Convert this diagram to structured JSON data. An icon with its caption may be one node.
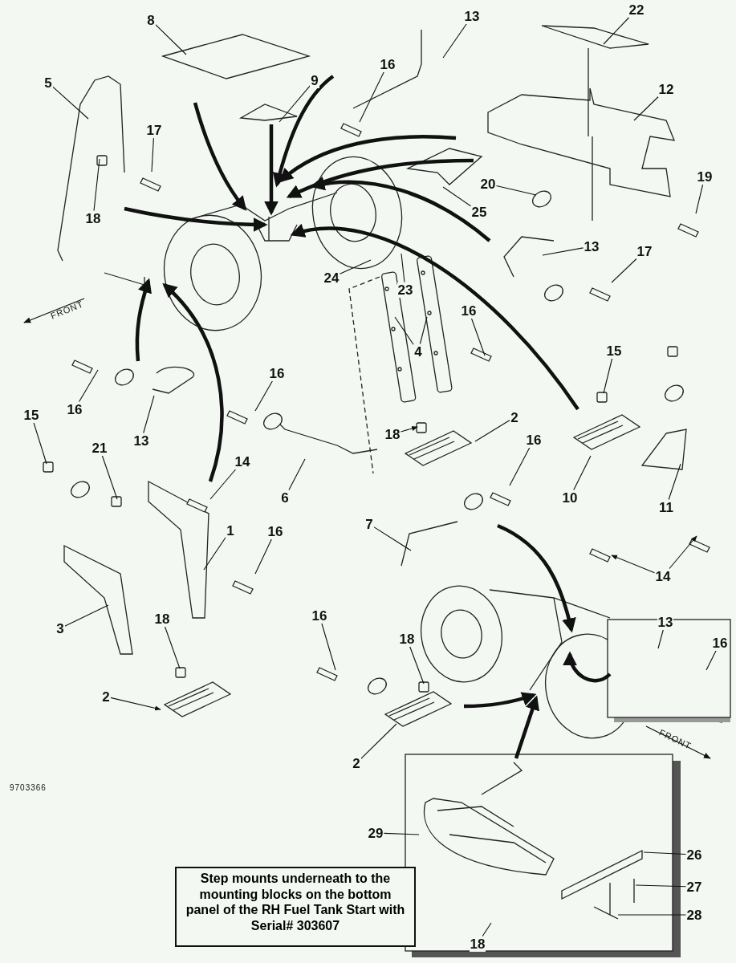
{
  "diagram": {
    "nodes": [
      {
        "text": [
          "8"
        ]
      },
      {
        "text": [
          "5"
        ]
      },
      {
        "text": [
          "13"
        ]
      },
      {
        "text": [
          "16"
        ]
      },
      {
        "text": [
          "9"
        ]
      },
      {
        "text": [
          "22"
        ]
      },
      {
        "text": [
          "12"
        ]
      },
      {
        "text": [
          "17"
        ]
      },
      {
        "text": [
          "18"
        ]
      },
      {
        "text": [
          "20"
        ]
      },
      {
        "text": [
          "25"
        ]
      },
      {
        "text": [
          "19"
        ]
      },
      {
        "text": [
          "13"
        ]
      },
      {
        "text": [
          "17"
        ]
      },
      {
        "text": [
          "24"
        ]
      },
      {
        "text": [
          "23"
        ]
      },
      {
        "text": [
          "4"
        ]
      },
      {
        "text": [
          "16"
        ]
      },
      {
        "text": [
          "15"
        ]
      },
      {
        "text": [
          "16"
        ]
      },
      {
        "text": [
          "16"
        ]
      },
      {
        "text": [
          "13"
        ]
      },
      {
        "text": [
          "2"
        ]
      },
      {
        "text": [
          "18"
        ]
      },
      {
        "text": [
          "15"
        ]
      },
      {
        "text": [
          "21"
        ]
      },
      {
        "text": [
          "14"
        ]
      },
      {
        "text": [
          "6"
        ]
      },
      {
        "text": [
          "16"
        ]
      },
      {
        "text": [
          "10"
        ]
      },
      {
        "text": [
          "11"
        ]
      },
      {
        "text": [
          "7"
        ]
      },
      {
        "text": [
          "1"
        ]
      },
      {
        "text": [
          "16"
        ]
      },
      {
        "text": [
          "14"
        ]
      },
      {
        "text": [
          "3"
        ]
      },
      {
        "text": [
          "18"
        ]
      },
      {
        "text": [
          "16"
        ]
      },
      {
        "text": [
          "18"
        ]
      },
      {
        "text": [
          "13"
        ]
      },
      {
        "text": [
          "16"
        ]
      },
      {
        "text": [
          "2"
        ]
      },
      {
        "text": [
          "2"
        ]
      },
      {
        "text": [
          "29"
        ]
      },
      {
        "text": [
          "26"
        ]
      },
      {
        "text": [
          "27"
        ]
      },
      {
        "text": [
          "28"
        ]
      },
      {
        "text": [
          "18"
        ]
      },
      {
        "text": [
          "Step mounts underneath to the mounting blocks on the bottom panel of the RH Fuel Tank Start with Serial# 303607"
        ]
      }
    ],
    "edges": [
      {
        "from": 0,
        "to": null,
        "arrow": "none"
      },
      {
        "from": 1,
        "to": null,
        "arrow": "none"
      },
      {
        "from": 2,
        "to": null,
        "arrow": "none"
      },
      {
        "from": 3,
        "to": null,
        "arrow": "none"
      },
      {
        "from": 4,
        "to": null,
        "arrow": "none"
      },
      {
        "from": 5,
        "to": null,
        "arrow": "none"
      },
      {
        "from": 6,
        "to": null,
        "arrow": "none"
      },
      {
        "from": 7,
        "to": null,
        "arrow": "none"
      },
      {
        "from": 8,
        "to": null,
        "arrow": "none"
      },
      {
        "from": 9,
        "to": null,
        "arrow": "none"
      },
      {
        "from": 10,
        "to": null,
        "arrow": "none"
      },
      {
        "from": 11,
        "to": null,
        "arrow": "none"
      },
      {
        "from": 12,
        "to": null,
        "arrow": "none"
      },
      {
        "from": 13,
        "to": null,
        "arrow": "none"
      },
      {
        "from": 14,
        "to": null,
        "arrow": "none"
      },
      {
        "from": 15,
        "to": null,
        "arrow": "none"
      },
      {
        "from": 16,
        "to": null,
        "arrow": "none"
      },
      {
        "from": 16,
        "to": null,
        "arrow": "none"
      },
      {
        "from": 17,
        "to": null,
        "arrow": "none"
      },
      {
        "from": 18,
        "to": null,
        "arrow": "none"
      },
      {
        "from": 19,
        "to": null,
        "arrow": "none"
      },
      {
        "from": 20,
        "to": null,
        "arrow": "none"
      },
      {
        "from": 21,
        "to": null,
        "arrow": "none"
      },
      {
        "from": 22,
        "to": null,
        "arrow": "none"
      },
      {
        "from": 23,
        "to": null,
        "arrow": "to"
      },
      {
        "from": 24,
        "to": null,
        "arrow": "none"
      },
      {
        "from": 25,
        "to": null,
        "arrow": "none"
      },
      {
        "from": 26,
        "to": null,
        "arrow": "none"
      },
      {
        "from": 27,
        "to": null,
        "arrow": "none"
      },
      {
        "from": 28,
        "to": null,
        "arrow": "none"
      },
      {
        "from": 29,
        "to": null,
        "arrow": "none"
      },
      {
        "from": 30,
        "to": null,
        "arrow": "none"
      },
      {
        "from": 31,
        "to": null,
        "arrow": "none"
      },
      {
        "from": 32,
        "to": null,
        "arrow": "none"
      },
      {
        "from": 33,
        "to": null,
        "arrow": "none"
      },
      {
        "from": 34,
        "to": null,
        "arrow": "to"
      },
      {
        "from": 34,
        "to": null,
        "arrow": "to"
      },
      {
        "from": 35,
        "to": null,
        "arrow": "none"
      },
      {
        "from": 36,
        "to": null,
        "arrow": "none"
      },
      {
        "from": 37,
        "to": null,
        "arrow": "none"
      },
      {
        "from": 38,
        "to": null,
        "arrow": "none"
      },
      {
        "from": 39,
        "to": null,
        "arrow": "none"
      },
      {
        "from": 40,
        "to": null,
        "arrow": "none"
      },
      {
        "from": 41,
        "to": null,
        "arrow": "to"
      },
      {
        "from": 42,
        "to": null,
        "arrow": "none"
      },
      {
        "from": 43,
        "to": null,
        "arrow": "none"
      },
      {
        "from": 44,
        "to": null,
        "arrow": "none"
      },
      {
        "from": 45,
        "to": null,
        "arrow": "none"
      },
      {
        "from": 46,
        "to": null,
        "arrow": "none"
      },
      {
        "from": 47,
        "to": null,
        "arrow": "none"
      }
    ],
    "labels": [
      "FRONT",
      "FRONT",
      "9703366"
    ]
  }
}
